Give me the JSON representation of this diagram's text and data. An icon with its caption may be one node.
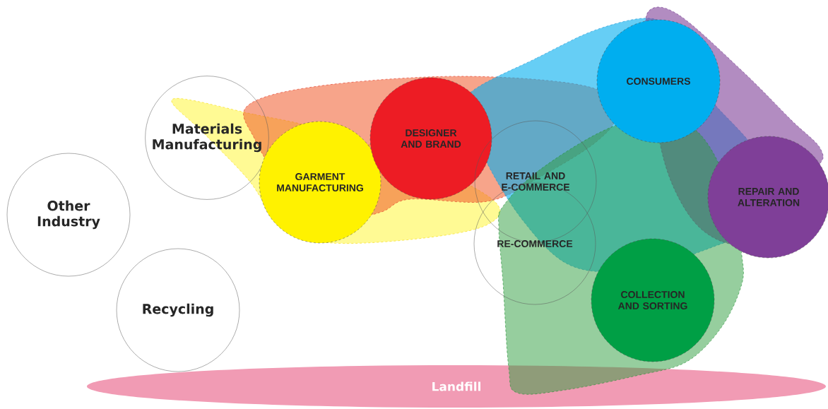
{
  "diagram": {
    "nodes": [
      {
        "text": [
          "Materials Manufacturing"
        ]
      },
      {
        "text": [
          "Other Industry"
        ]
      },
      {
        "text": [
          "Recycling"
        ]
      },
      {
        "text": [
          "GARMENT MANUFACTURING"
        ]
      },
      {
        "text": [
          "DESIGNER AND BRAND"
        ]
      },
      {
        "text": [
          "CONSUMERS"
        ]
      },
      {
        "text": [
          "RETAIL AND E-COMMERCE"
        ]
      },
      {
        "text": [
          "RE-COMMERCE"
        ]
      },
      {
        "text": [
          "REPAIR AND ALTERATION"
        ]
      },
      {
        "text": [
          "COLLECTION AND SORTING"
        ]
      },
      {
        "text": [
          "Landfill"
        ]
      }
    ]
  }
}
